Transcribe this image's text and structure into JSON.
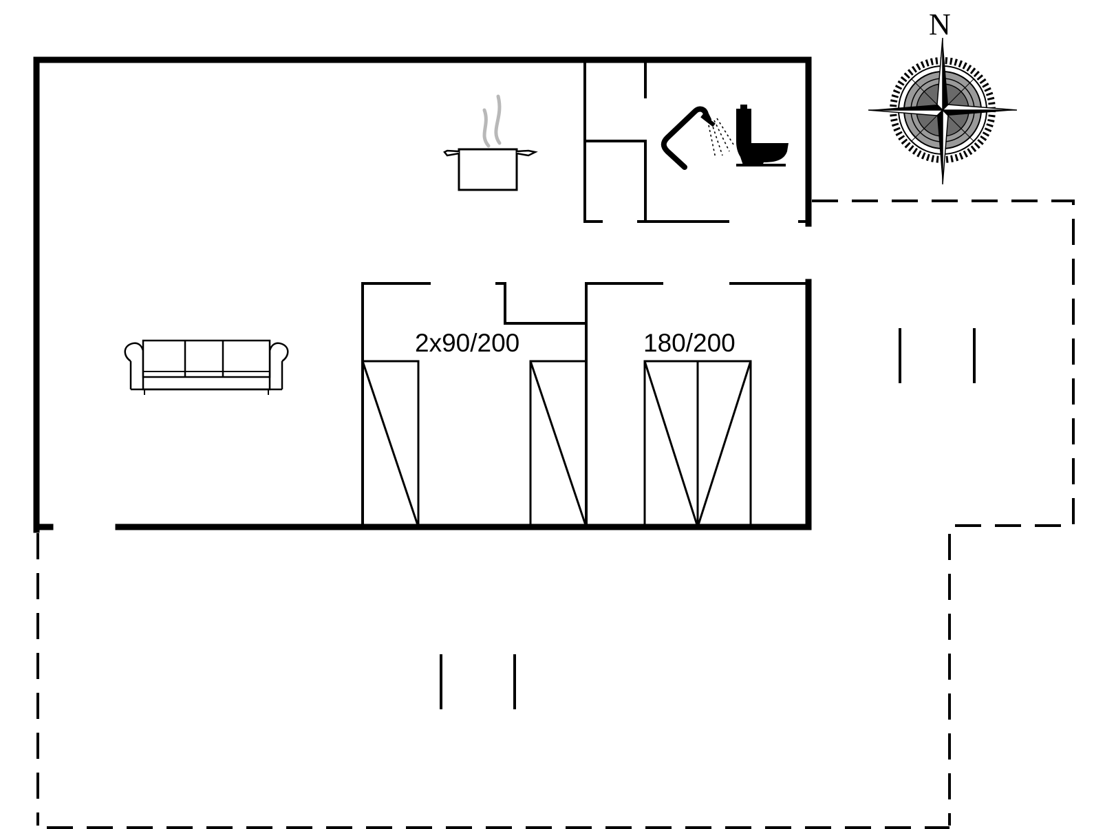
{
  "plan": {
    "bed_label_left": "2x90/200",
    "bed_label_right": "180/200",
    "compass_label": "N"
  },
  "icons": [
    "cooking-pot-icon",
    "shower-icon",
    "toilet-icon",
    "sofa-icon",
    "compass-rose-icon"
  ]
}
